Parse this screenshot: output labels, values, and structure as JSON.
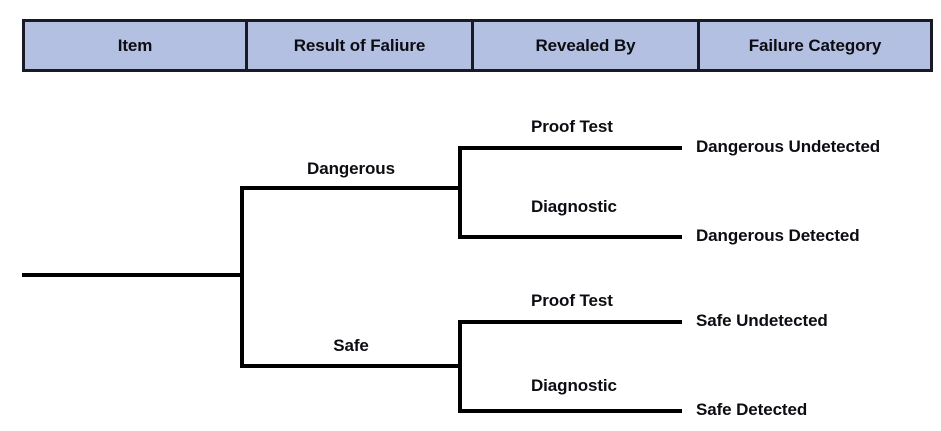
{
  "table": {
    "columns": [
      {
        "label": "Item"
      },
      {
        "label": "Result of Faliure"
      },
      {
        "label": "Revealed By"
      },
      {
        "label": "Failure Category"
      }
    ],
    "header_fill": "#b3c0e2",
    "border_color": "#1a1a26"
  },
  "tree": {
    "line_color": "#000000",
    "level1": [
      {
        "label": "Dangerous"
      },
      {
        "label": "Safe"
      }
    ],
    "level2": [
      {
        "label": "Proof Test"
      },
      {
        "label": "Diagnostic"
      },
      {
        "label": "Proof Test"
      },
      {
        "label": "Diagnostic"
      }
    ],
    "leaves": [
      {
        "label": "Dangerous Undetected"
      },
      {
        "label": "Dangerous Detected"
      },
      {
        "label": "Safe Undetected"
      },
      {
        "label": "Safe Detected"
      }
    ]
  }
}
